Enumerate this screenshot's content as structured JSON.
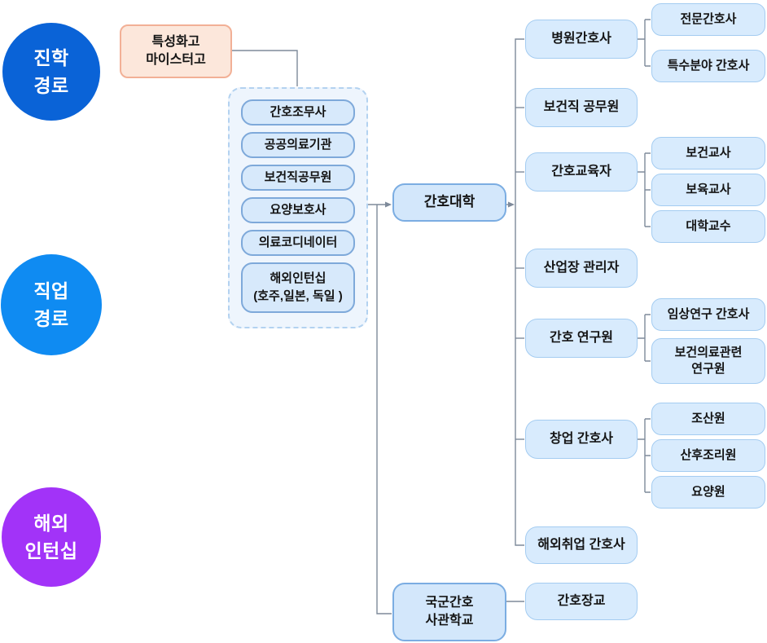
{
  "diagram": {
    "legend": [
      {
        "name": "education-path",
        "label": "진학\n경로",
        "color": "#0a63d7"
      },
      {
        "name": "career-path",
        "label": "직업\n경로",
        "color": "#0f8bf2"
      },
      {
        "name": "overseas-internship",
        "label": "해외\n인턴십",
        "color": "#a233f8"
      }
    ],
    "start": {
      "label": "특성화고\n마이스터고"
    },
    "options": [
      "간호조무사",
      "공공의료기관",
      "보건직공무원",
      "요양보호사",
      "의료코디네이터",
      "해외인턴십\n(호주,일본, 독일 )"
    ],
    "college": {
      "label": "간호대학"
    },
    "academy": {
      "label": "국군간호\n사관학교",
      "children": [
        "간호장교"
      ]
    },
    "branches": [
      {
        "label": "병원간호사",
        "children": [
          "전문간호사",
          "특수분야 간호사"
        ]
      },
      {
        "label": "보건직 공무원",
        "children": []
      },
      {
        "label": "간호교육자",
        "children": [
          "보건교사",
          "보육교사",
          "대학교수"
        ]
      },
      {
        "label": "산업장 관리자",
        "children": []
      },
      {
        "label": "간호 연구원",
        "children": [
          "임상연구 간호사",
          "보건의료관련\n연구원"
        ]
      },
      {
        "label": "창업 간호사",
        "children": [
          "조산원",
          "산후조리원",
          "요양원"
        ]
      },
      {
        "label": "해외취업 간호사",
        "children": []
      }
    ],
    "colors": {
      "node_fill": "#d8ebfd",
      "node_border": "#a4ccf1",
      "strong_node_border": "#7bade2",
      "option_fill": "#d7e9fb",
      "option_border": "#7ea9da",
      "group_fill": "#eef5fd",
      "group_border": "#b3d2f0",
      "start_fill": "#fce7db",
      "start_border": "#f2b096",
      "connector": "#7e8a9a"
    }
  }
}
